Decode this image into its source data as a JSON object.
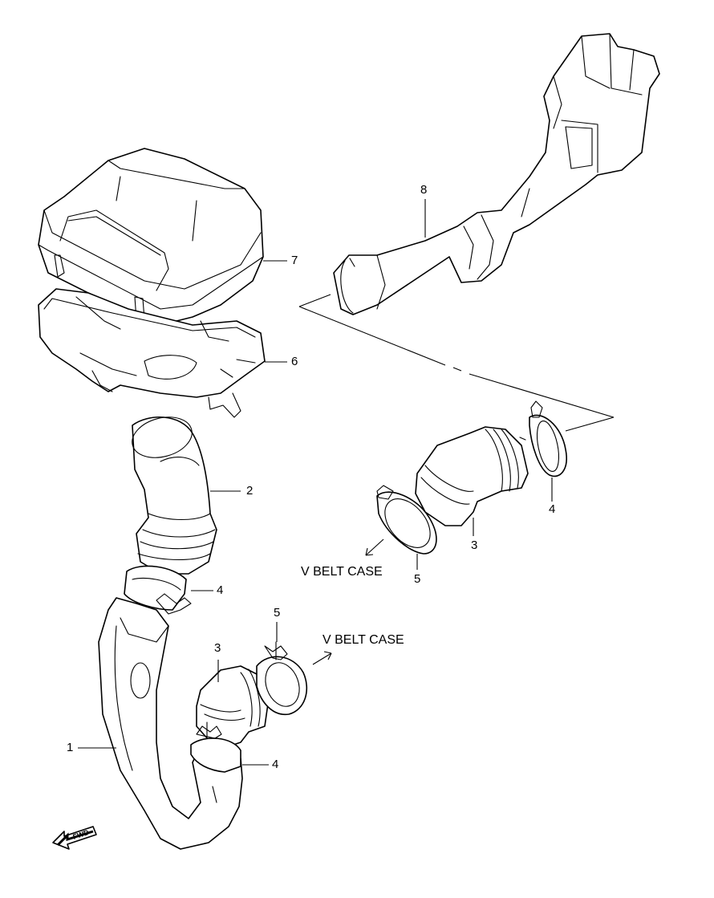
{
  "callouts": {
    "c1": "1",
    "c2": "2",
    "c3a": "3",
    "c3b": "3",
    "c4a": "4",
    "c4b": "4",
    "c4c": "4",
    "c5a": "5",
    "c5b": "5",
    "c6": "6",
    "c7": "7",
    "c8": "8"
  },
  "direction_labels": {
    "vbelt_upper": "V BELT CASE",
    "vbelt_lower": "V BELT CASE"
  },
  "fwd_badge": "FWD",
  "colors": {
    "line": "#000000",
    "background": "#ffffff"
  }
}
